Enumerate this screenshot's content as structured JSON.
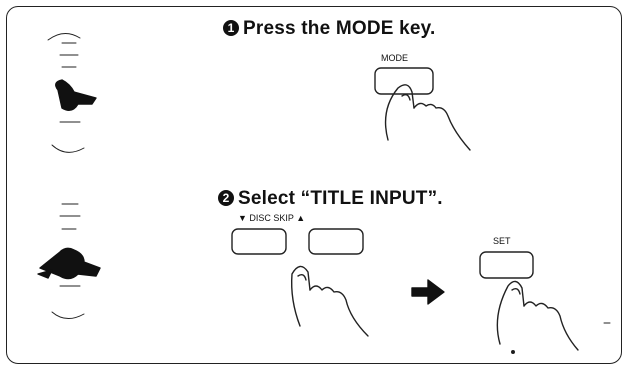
{
  "steps": [
    {
      "number": "1",
      "text": "Press the MODE key."
    },
    {
      "number": "2",
      "text": "Select “TITLE INPUT”."
    }
  ],
  "keys": {
    "mode": "MODE",
    "disc_skip": "▼ DISC SKIP ▲",
    "set": "SET"
  },
  "icons": [
    "remote-control-icon",
    "pointing-hand-icon",
    "arrow-right-icon"
  ]
}
